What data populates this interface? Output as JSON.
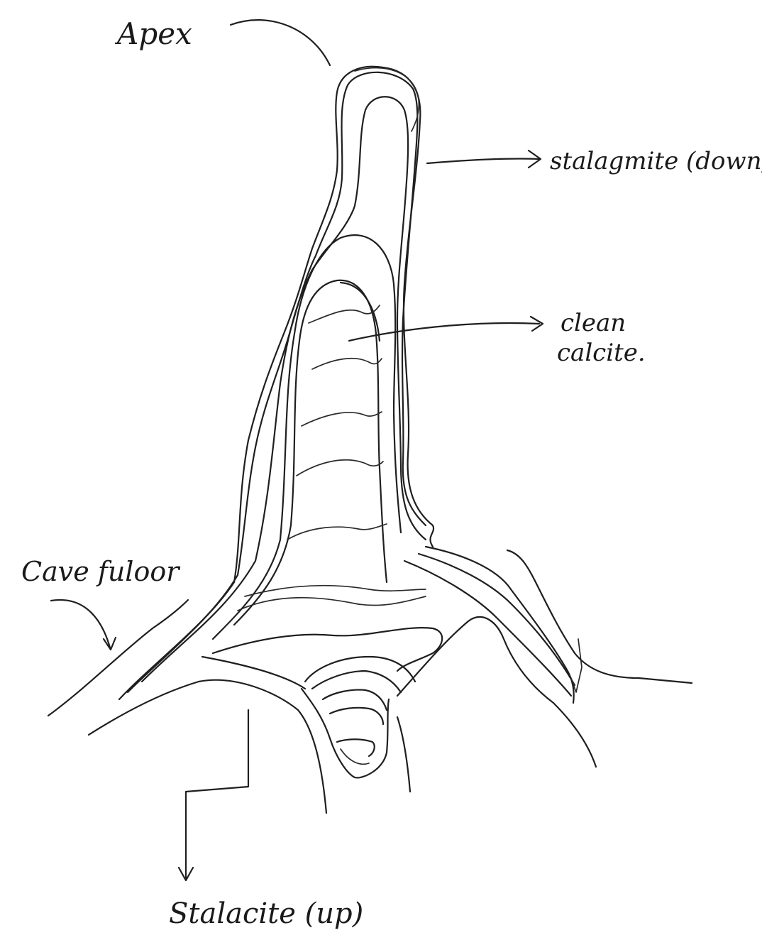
{
  "labels": {
    "apex": "Apex",
    "stalagmite": "stalagmite (down)",
    "clean_calcite_line1": "clean",
    "clean_calcite_line2": "calcite.",
    "cave_floor": "Cave fuloor",
    "stalactite": "Stalacite (up)"
  },
  "colors": {
    "ink": "#1f1f1f",
    "paper": "#ffffff"
  }
}
